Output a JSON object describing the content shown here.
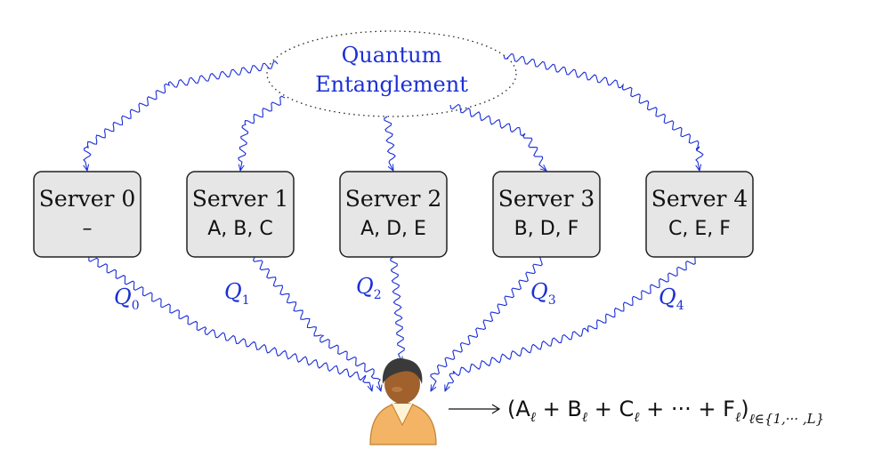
{
  "entanglement": {
    "line1": "Quantum",
    "line2": "Entanglement"
  },
  "servers": [
    {
      "title": "Server 0",
      "content": "–"
    },
    {
      "title": "Server 1",
      "content": "A, B, C"
    },
    {
      "title": "Server 2",
      "content": "A, D, E"
    },
    {
      "title": "Server 3",
      "content": "B, D, F"
    },
    {
      "title": "Server 4",
      "content": "C, E, F"
    }
  ],
  "queries": [
    {
      "symbol": "Q",
      "sub": "0"
    },
    {
      "symbol": "Q",
      "sub": "1"
    },
    {
      "symbol": "Q",
      "sub": "2"
    },
    {
      "symbol": "Q",
      "sub": "3"
    },
    {
      "symbol": "Q",
      "sub": "4"
    }
  ],
  "result": {
    "main": "(A",
    "sub_l": "ℓ",
    "plus": " + B",
    "plus2": " + C",
    "dots": " + ··· + F",
    "close": ")",
    "range": "ℓ∈{1,··· ,L}"
  },
  "colors": {
    "quantum": "#1b2fd6",
    "box_fill": "#e6e6e6",
    "box_stroke": "#222222",
    "user_shirt": "#f3b466",
    "user_skin": "#a0612c",
    "user_hair": "#3a3a3a"
  },
  "icons": {
    "user": "user-avatar-icon"
  }
}
